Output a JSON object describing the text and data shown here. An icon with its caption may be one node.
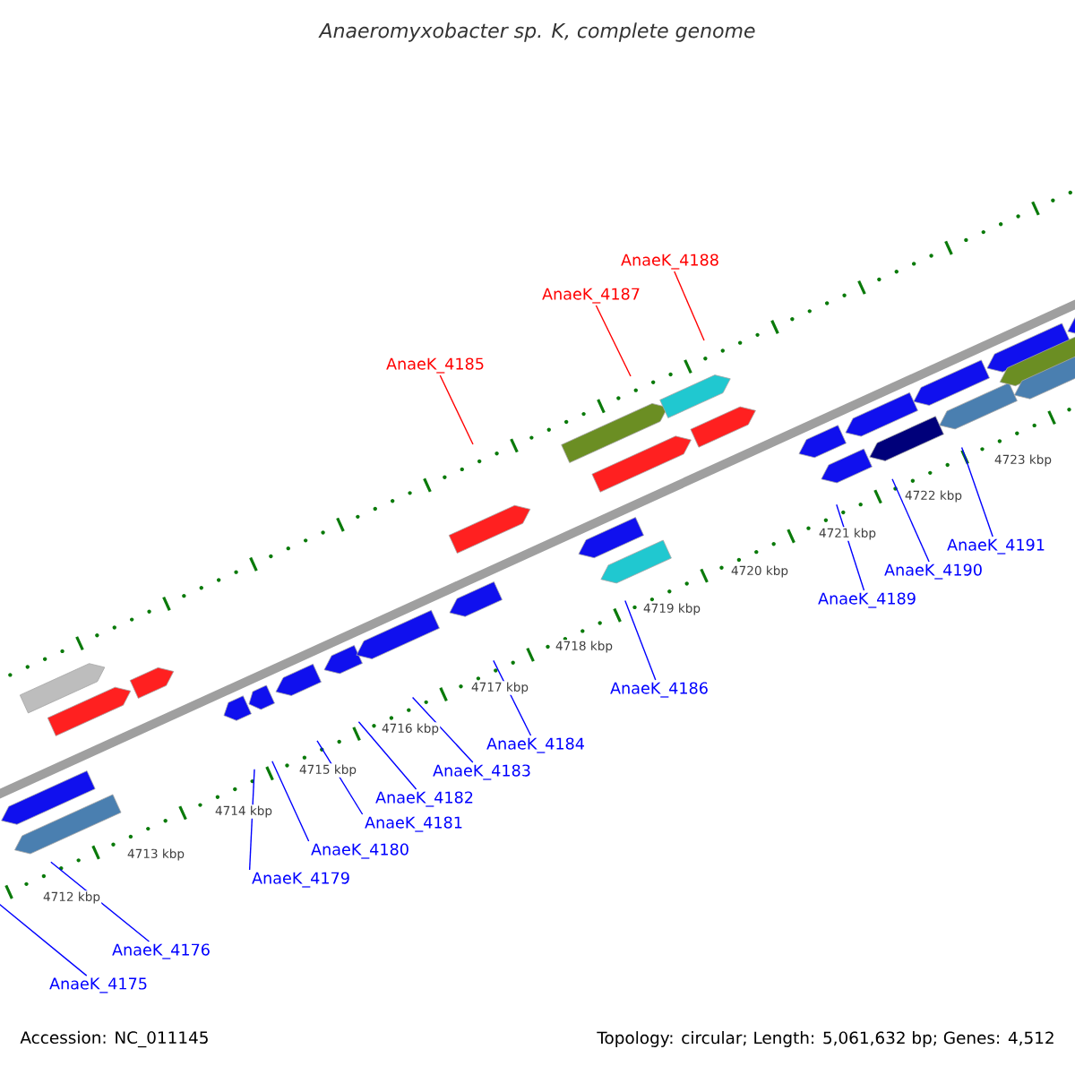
{
  "diagram": {
    "title": "Anaeromyxobacter sp. K, complete genome",
    "nodes": [
      {
        "text": [
          "AnaeK_4188"
        ]
      },
      {
        "text": [
          "AnaeK_4187"
        ]
      },
      {
        "text": [
          "AnaeK_4185"
        ]
      },
      {
        "text": [
          "AnaeK_4191"
        ]
      },
      {
        "text": [
          "AnaeK_4190"
        ]
      },
      {
        "text": [
          "AnaeK_4189"
        ]
      },
      {
        "text": [
          "AnaeK_4186"
        ]
      },
      {
        "text": [
          "AnaeK_4184"
        ]
      },
      {
        "text": [
          "AnaeK_4183"
        ]
      },
      {
        "text": [
          "AnaeK_4182"
        ]
      },
      {
        "text": [
          "AnaeK_4181"
        ]
      },
      {
        "text": [
          "AnaeK_4180"
        ]
      },
      {
        "text": [
          "AnaeK_4179"
        ]
      },
      {
        "text": [
          "AnaeK_4176"
        ]
      },
      {
        "text": [
          "AnaeK_4175"
        ]
      }
    ],
    "edges": [
      {
        "from": 0,
        "to": null,
        "arrow": "none",
        "color": "#ff0000"
      },
      {
        "from": 1,
        "to": null,
        "arrow": "none",
        "color": "#ff0000"
      },
      {
        "from": 2,
        "to": null,
        "arrow": "none",
        "color": "#ff0000"
      },
      {
        "from": 3,
        "to": null,
        "arrow": "none"
      },
      {
        "from": 4,
        "to": null,
        "arrow": "none"
      },
      {
        "from": 5,
        "to": null,
        "arrow": "none"
      },
      {
        "from": 6,
        "to": null,
        "arrow": "none"
      },
      {
        "from": 7,
        "to": null,
        "arrow": "none"
      },
      {
        "from": 8,
        "to": null,
        "arrow": "none"
      },
      {
        "from": 9,
        "to": null,
        "arrow": "none"
      },
      {
        "from": 10,
        "to": null,
        "arrow": "none"
      },
      {
        "from": 11,
        "to": null,
        "arrow": "none"
      },
      {
        "from": 12,
        "to": null,
        "arrow": "none"
      },
      {
        "from": 13,
        "to": null,
        "arrow": "none"
      },
      {
        "from": 14,
        "to": null,
        "arrow": "none"
      }
    ],
    "labels": [
      "4723 kbp",
      "4722 kbp",
      "4721 kbp",
      "4720 kbp",
      "4719 kbp",
      "4718 kbp",
      "4717 kbp",
      "4716 kbp",
      "4715 kbp",
      "4714 kbp",
      "4713 kbp",
      "4712 kbp",
      "Accession: NC_011145",
      "Topology: circular; Length: 5,061,632 bp; Genes: 4,512"
    ]
  }
}
